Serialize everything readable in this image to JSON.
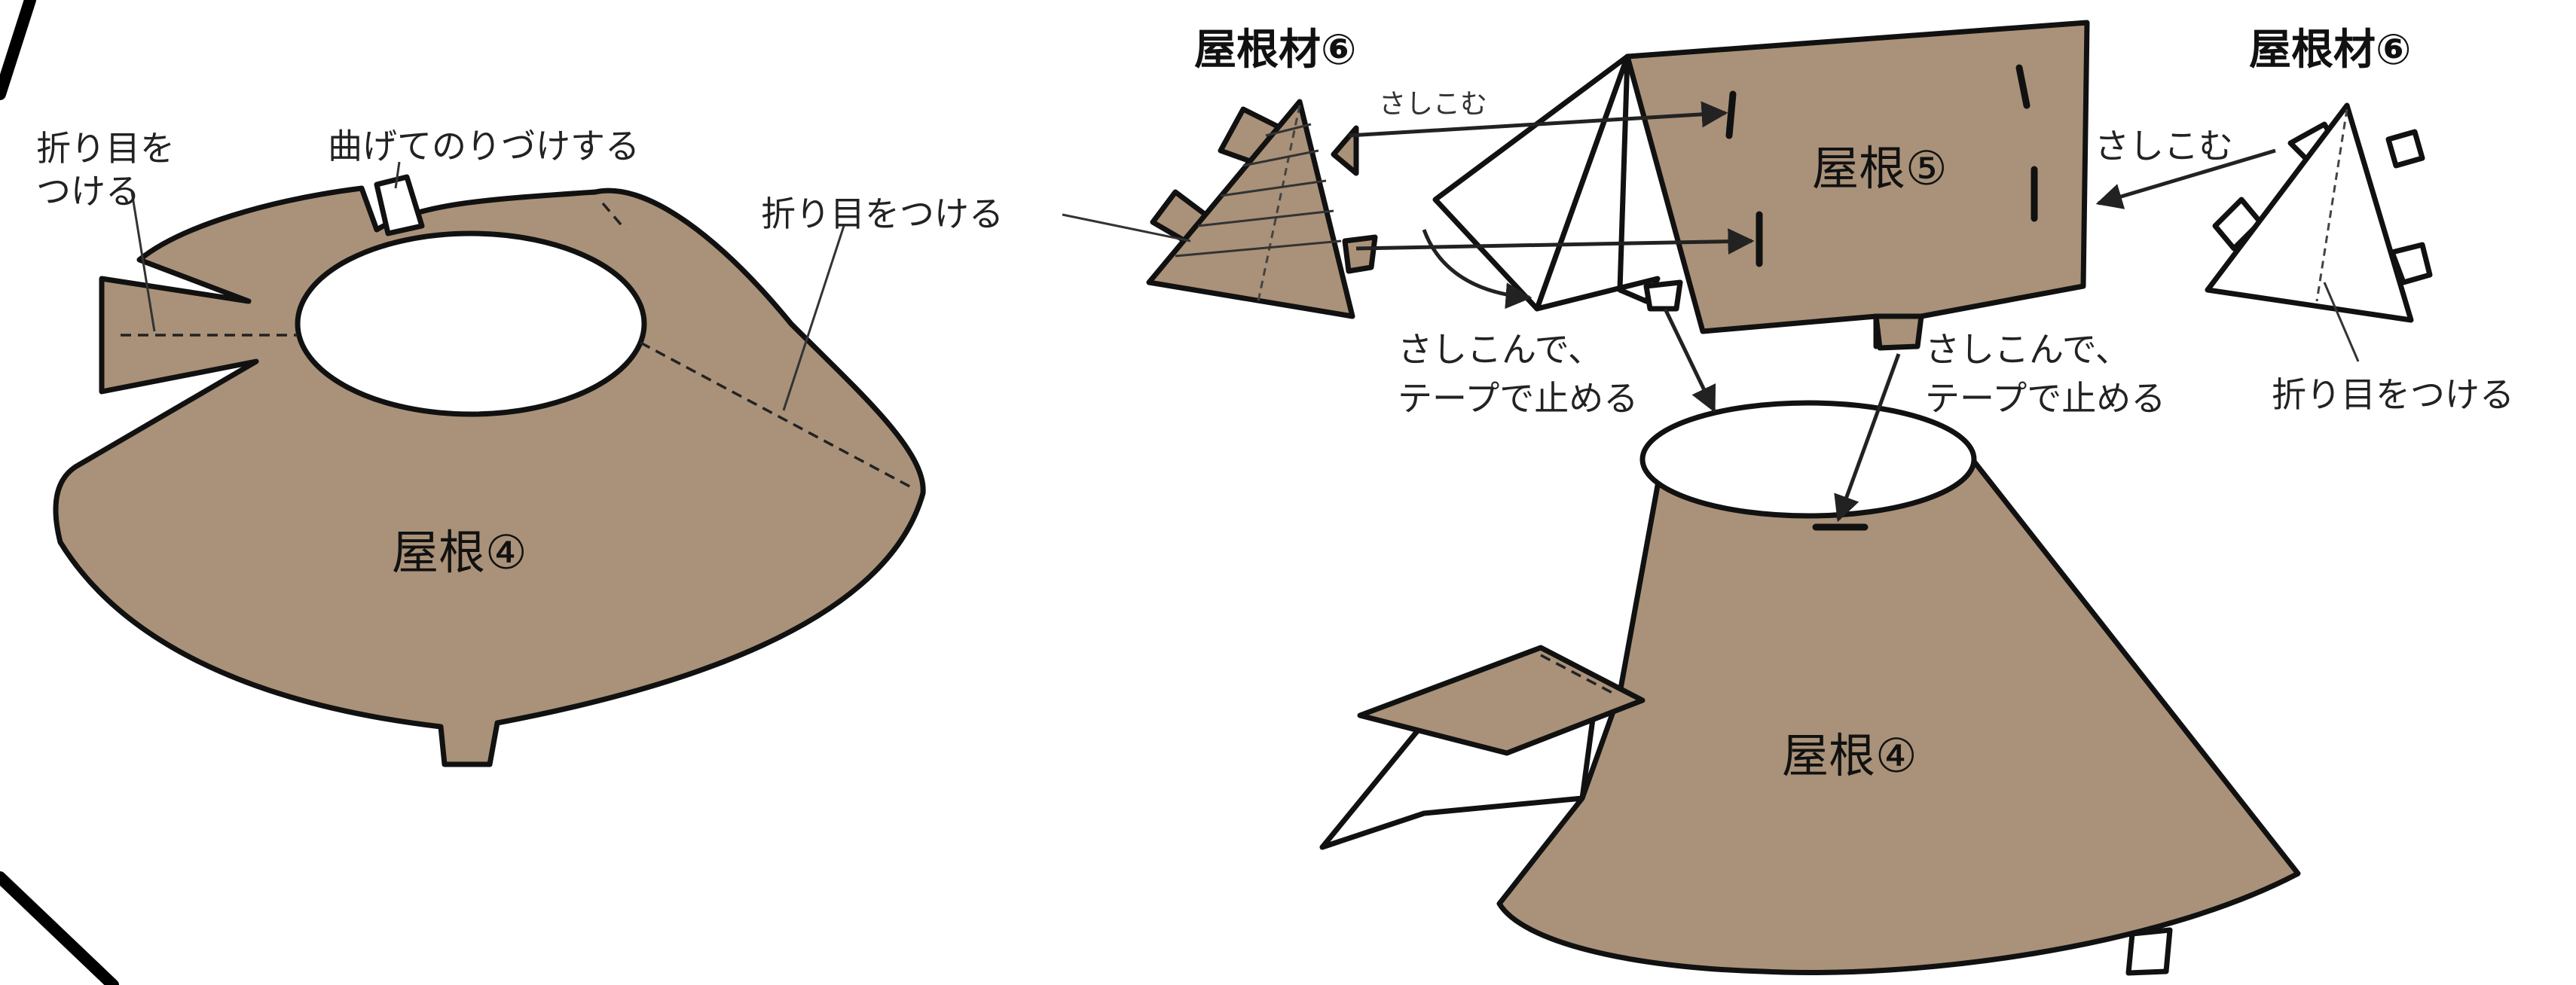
{
  "left_piece": {
    "title": "屋根④",
    "label_fold_top_left_line1": "折り目を",
    "label_fold_top_left_line2": "つける",
    "label_bend_glue": "曲げてのりづけする",
    "label_fold_right": "折り目をつける"
  },
  "assembly": {
    "left_material_title": "屋根材⑥",
    "right_material_title": "屋根材⑥",
    "roof5_title": "屋根⑤",
    "roof4_title": "屋根④",
    "insert_small": "さしこむ",
    "insert_right": "さしこむ",
    "tape_left_line1": "さしこんで、",
    "tape_left_line2": "テープで止める",
    "tape_right_line1": "さしこんで、",
    "tape_right_line2": "テープで止める",
    "fold_right_material": "折り目をつける"
  },
  "colors": {
    "cardboard": "#a99279",
    "outline": "#111111",
    "background": "#ffffff"
  }
}
